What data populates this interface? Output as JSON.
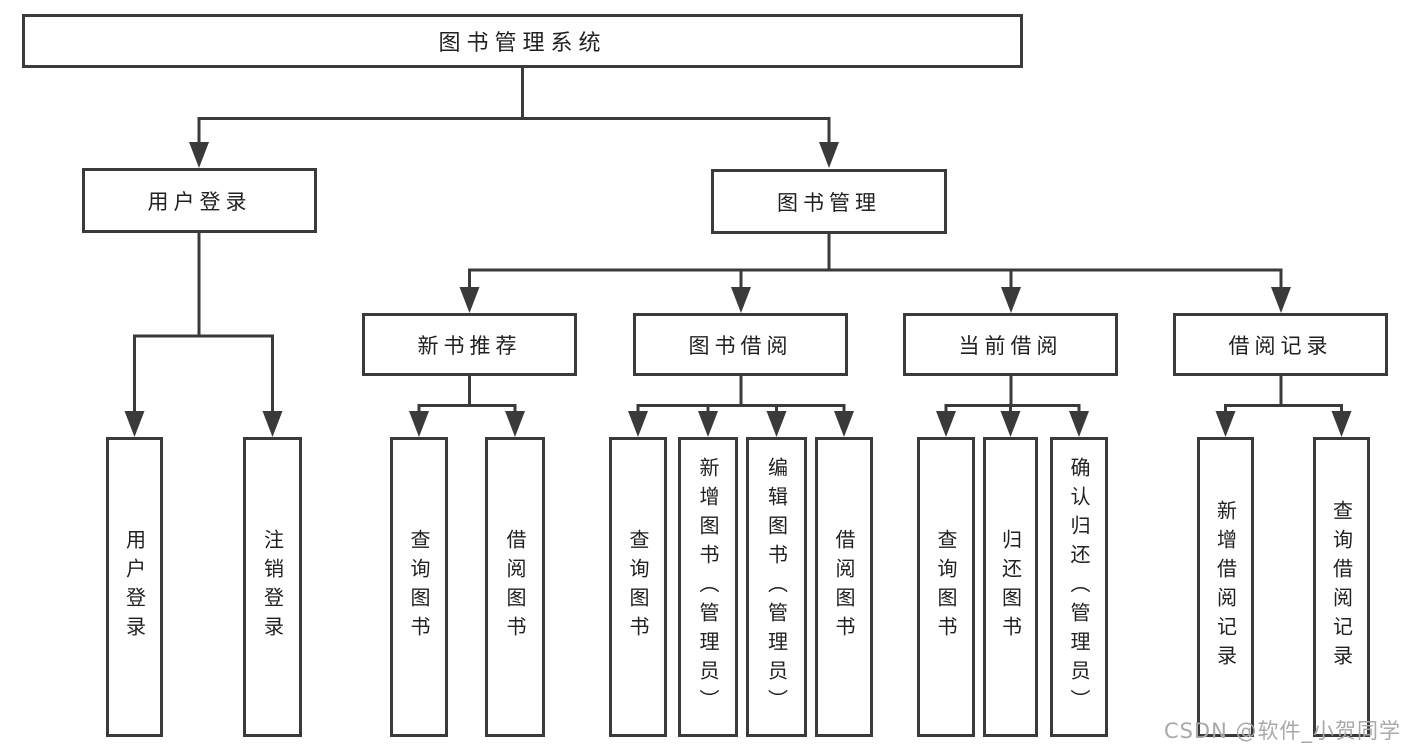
{
  "diagram": {
    "tree": {
      "label": "图书管理系统",
      "children": [
        {
          "label": "用户登录",
          "children": [
            {
              "label": "用户登录"
            },
            {
              "label": "注销登录"
            }
          ]
        },
        {
          "label": "图书管理",
          "children": [
            {
              "label": "新书推荐",
              "children": [
                {
                  "label": "查询图书"
                },
                {
                  "label": "借阅图书"
                }
              ]
            },
            {
              "label": "图书借阅",
              "children": [
                {
                  "label": "查询图书"
                },
                {
                  "label": "新增图书（管理员）"
                },
                {
                  "label": "编辑图书（管理员）"
                },
                {
                  "label": "借阅图书"
                }
              ]
            },
            {
              "label": "当前借阅",
              "children": [
                {
                  "label": "查询图书"
                },
                {
                  "label": "归还图书"
                },
                {
                  "label": "确认归还（管理员）"
                }
              ]
            },
            {
              "label": "借阅记录",
              "children": [
                {
                  "label": "新增借阅记录"
                },
                {
                  "label": "查询借阅记录"
                }
              ]
            }
          ]
        }
      ]
    },
    "colors": {
      "line": "#3a3a3a",
      "text": "#212121",
      "box_fill": "#ffffff",
      "background": "#ffffff",
      "watermark": "#a9a9a9"
    }
  },
  "watermark": {
    "text": "CSDN @软件_小贺同学"
  }
}
